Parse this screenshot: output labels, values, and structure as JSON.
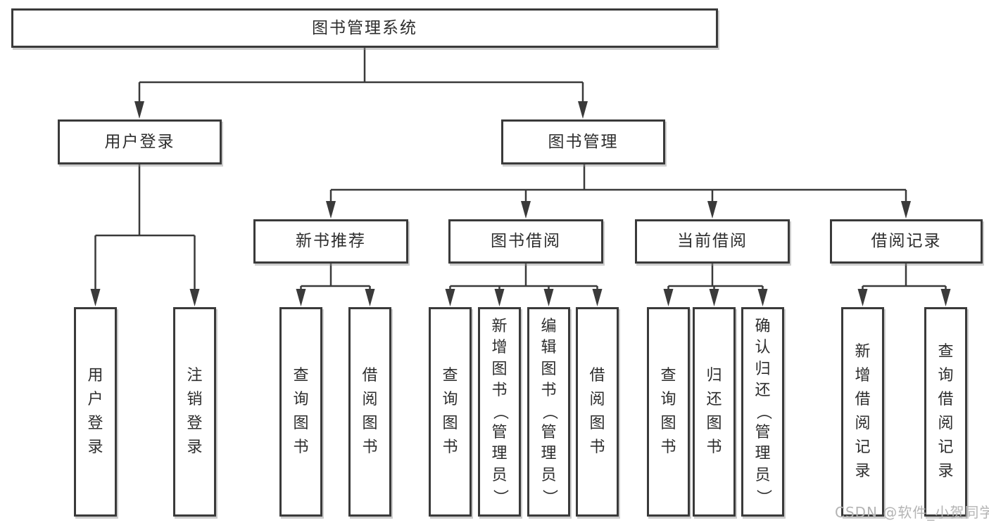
{
  "colors": {
    "line": "#3a3a3a",
    "box_border": "#3a3a3a",
    "box_fill": "#ffffff",
    "text": "#2d2d2d",
    "watermark_text": "#b4b4b4"
  },
  "watermark": "CSDN @软件_小贺同学",
  "tree": {
    "label": "图书管理系统",
    "children": [
      {
        "label": "用户登录",
        "children": [
          {
            "label": "用户登录"
          },
          {
            "label": "注销登录"
          }
        ]
      },
      {
        "label": "图书管理",
        "children": [
          {
            "label": "新书推荐",
            "children": [
              {
                "label": "查询图书"
              },
              {
                "label": "借阅图书"
              }
            ]
          },
          {
            "label": "图书借阅",
            "children": [
              {
                "label": "查询图书"
              },
              {
                "label": "新增图书（管理员）"
              },
              {
                "label": "编辑图书（管理员）"
              },
              {
                "label": "借阅图书"
              }
            ]
          },
          {
            "label": "当前借阅",
            "children": [
              {
                "label": "查询图书"
              },
              {
                "label": "归还图书"
              },
              {
                "label": "确认归还（管理员）"
              }
            ]
          },
          {
            "label": "借阅记录",
            "children": [
              {
                "label": "新增借阅记录"
              },
              {
                "label": "查询借阅记录"
              }
            ]
          }
        ]
      }
    ]
  }
}
